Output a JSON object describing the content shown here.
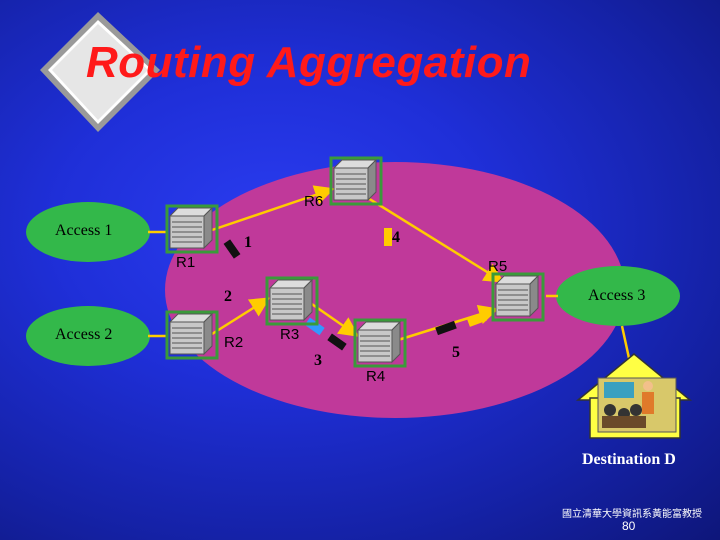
{
  "slide": {
    "title": "Routing Aggregation",
    "footer_text": "國立清華大學資訊系黃能富教授",
    "page_number": "80"
  },
  "diagram": {
    "access_networks": [
      "Access 1",
      "Access 2",
      "Access 3"
    ],
    "routers": [
      "R1",
      "R2",
      "R3",
      "R4",
      "R5",
      "R6"
    ],
    "route_labels": [
      "1",
      "4",
      "2",
      "3",
      "5"
    ],
    "destination": "Destination D"
  },
  "colors": {
    "title": "#ff1a1a",
    "background": "#1f2fd8",
    "core_network": "#c0399a",
    "access_network": "#33b84a",
    "arrow": "#ffcc00",
    "router": "#b8b8b8"
  }
}
